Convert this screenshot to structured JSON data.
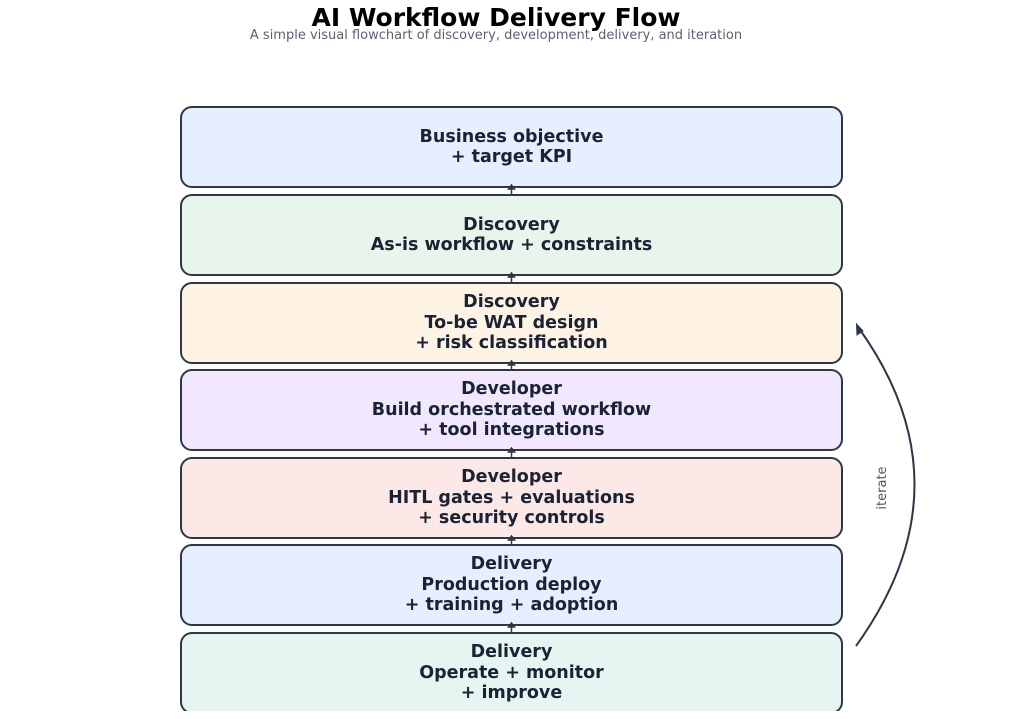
{
  "header": {
    "title": "AI Workflow Delivery Flow",
    "subtitle": "A simple visual flowchart of discovery, development, delivery, and iteration"
  },
  "steps": [
    {
      "lines": [
        "Business objective",
        "+ target KPI"
      ],
      "fill": "#e6effd"
    },
    {
      "lines": [
        "Discovery",
        "As-is workflow + constraints"
      ],
      "fill": "#e7f5ec"
    },
    {
      "lines": [
        "Discovery",
        "To-be WAT design",
        "+ risk classification"
      ],
      "fill": "#fef3e5"
    },
    {
      "lines": [
        "Developer",
        "Build orchestrated workflow",
        "+ tool integrations"
      ],
      "fill": "#f2e8fe"
    },
    {
      "lines": [
        "Developer",
        "HITL gates + evaluations",
        "+ security controls"
      ],
      "fill": "#fde8e8"
    },
    {
      "lines": [
        "Delivery",
        "Production deploy",
        "+ training + adoption"
      ],
      "fill": "#e6effd"
    },
    {
      "lines": [
        "Delivery",
        "Operate + monitor",
        "+ improve"
      ],
      "fill": "#e6f5f1"
    }
  ],
  "loop": {
    "label": "iterate",
    "from_step": 7,
    "to_step": 3,
    "color": "#2f3747"
  },
  "colors": {
    "border": "#2f3747",
    "text": "#1a2233",
    "label": "#5a6270"
  }
}
